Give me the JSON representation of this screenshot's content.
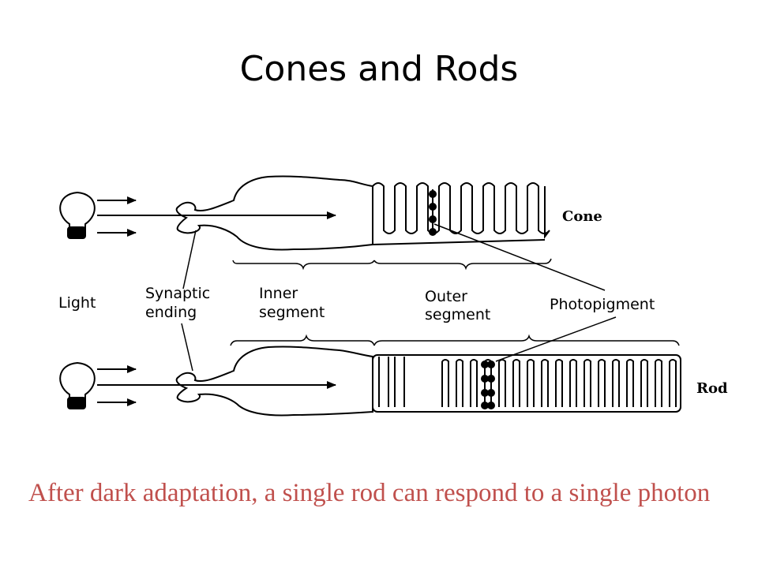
{
  "title": "Cones and Rods",
  "diagram": {
    "labels": {
      "light": "Light",
      "synaptic_1": "Synaptic",
      "synaptic_2": "ending",
      "inner_1": "Inner",
      "inner_2": "segment",
      "outer_1": "Outer",
      "outer_2": "segment",
      "photopigment": "Photopigment",
      "cone": "Cone",
      "rod": "Rod"
    }
  },
  "caption": "After dark adaptation, a single rod can respond to a single photon",
  "colors": {
    "caption": "#c0504d",
    "ink": "#000000"
  }
}
